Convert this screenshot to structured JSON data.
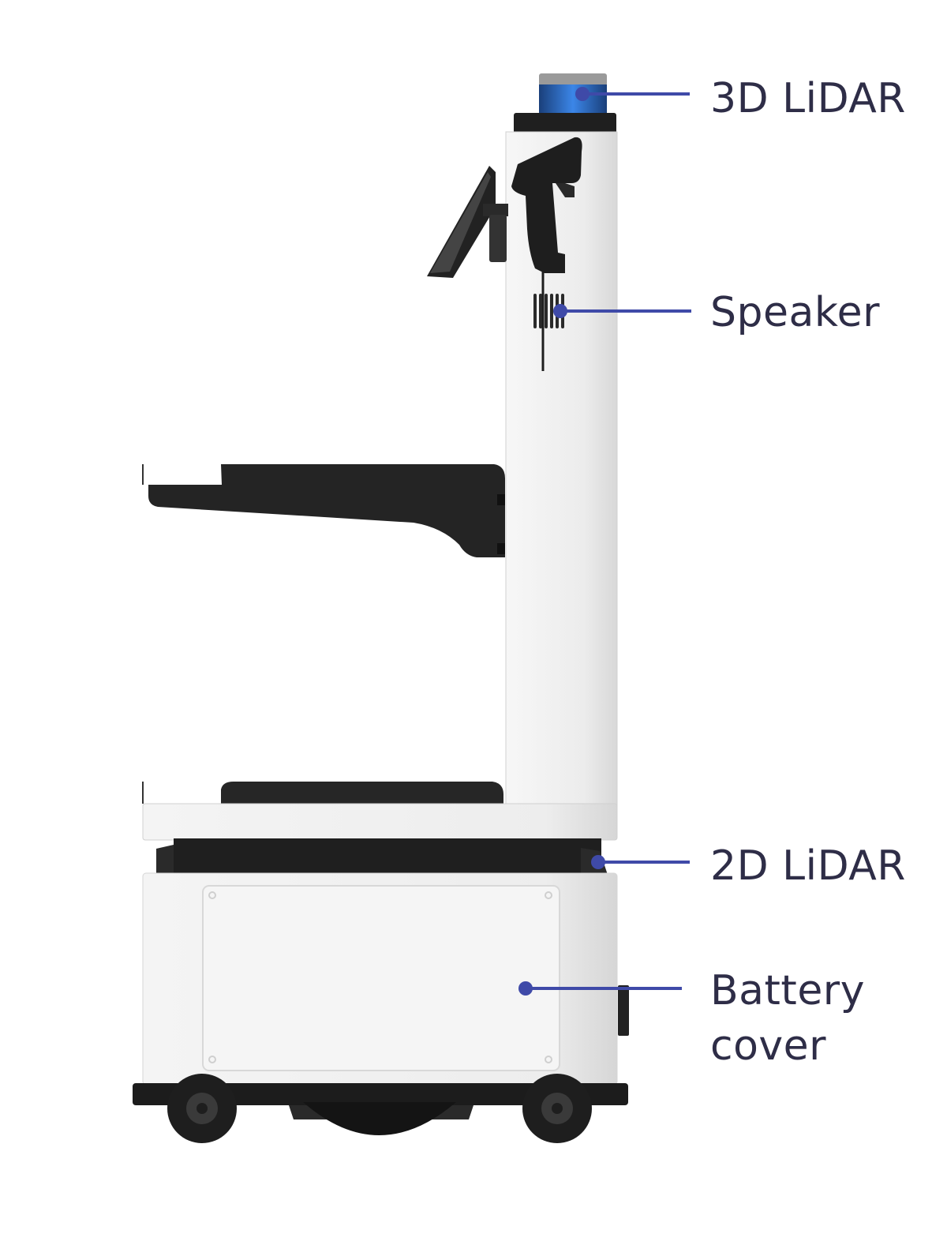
{
  "colors": {
    "callout_line": "#3f4aa8",
    "label_text": "#2e2d47",
    "body_white": "#f3f3f3",
    "trim_dark": "#2a2a2a",
    "lidar_blue": "#2f6fd8"
  },
  "callouts": {
    "lidar_3d": "3D LiDAR",
    "speaker": "Speaker",
    "lidar_2d": "2D LiDAR",
    "battery_cover_line1": "Battery",
    "battery_cover_line2": "cover"
  }
}
